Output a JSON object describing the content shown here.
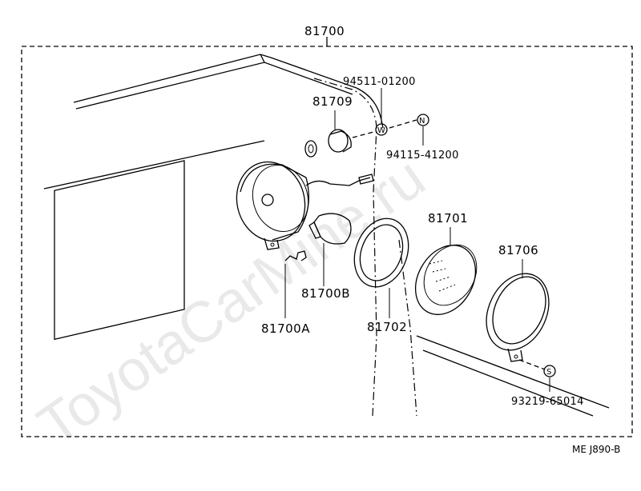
{
  "labels": {
    "assembly": "81700",
    "screw_top": "94511-01200",
    "nut": "94115-41200",
    "socket": "81709",
    "lens": "81701",
    "rim": "81706",
    "bulb": "81700B",
    "gasket": "81702",
    "bracket": "81700A",
    "screw_bottom": "93219-65014",
    "diagram_code": "ME J890-B"
  },
  "symbols": {
    "washer": "W",
    "nut_mark": "N",
    "screw_mark": "S"
  },
  "watermark": "ToyotaCarMine.ru"
}
